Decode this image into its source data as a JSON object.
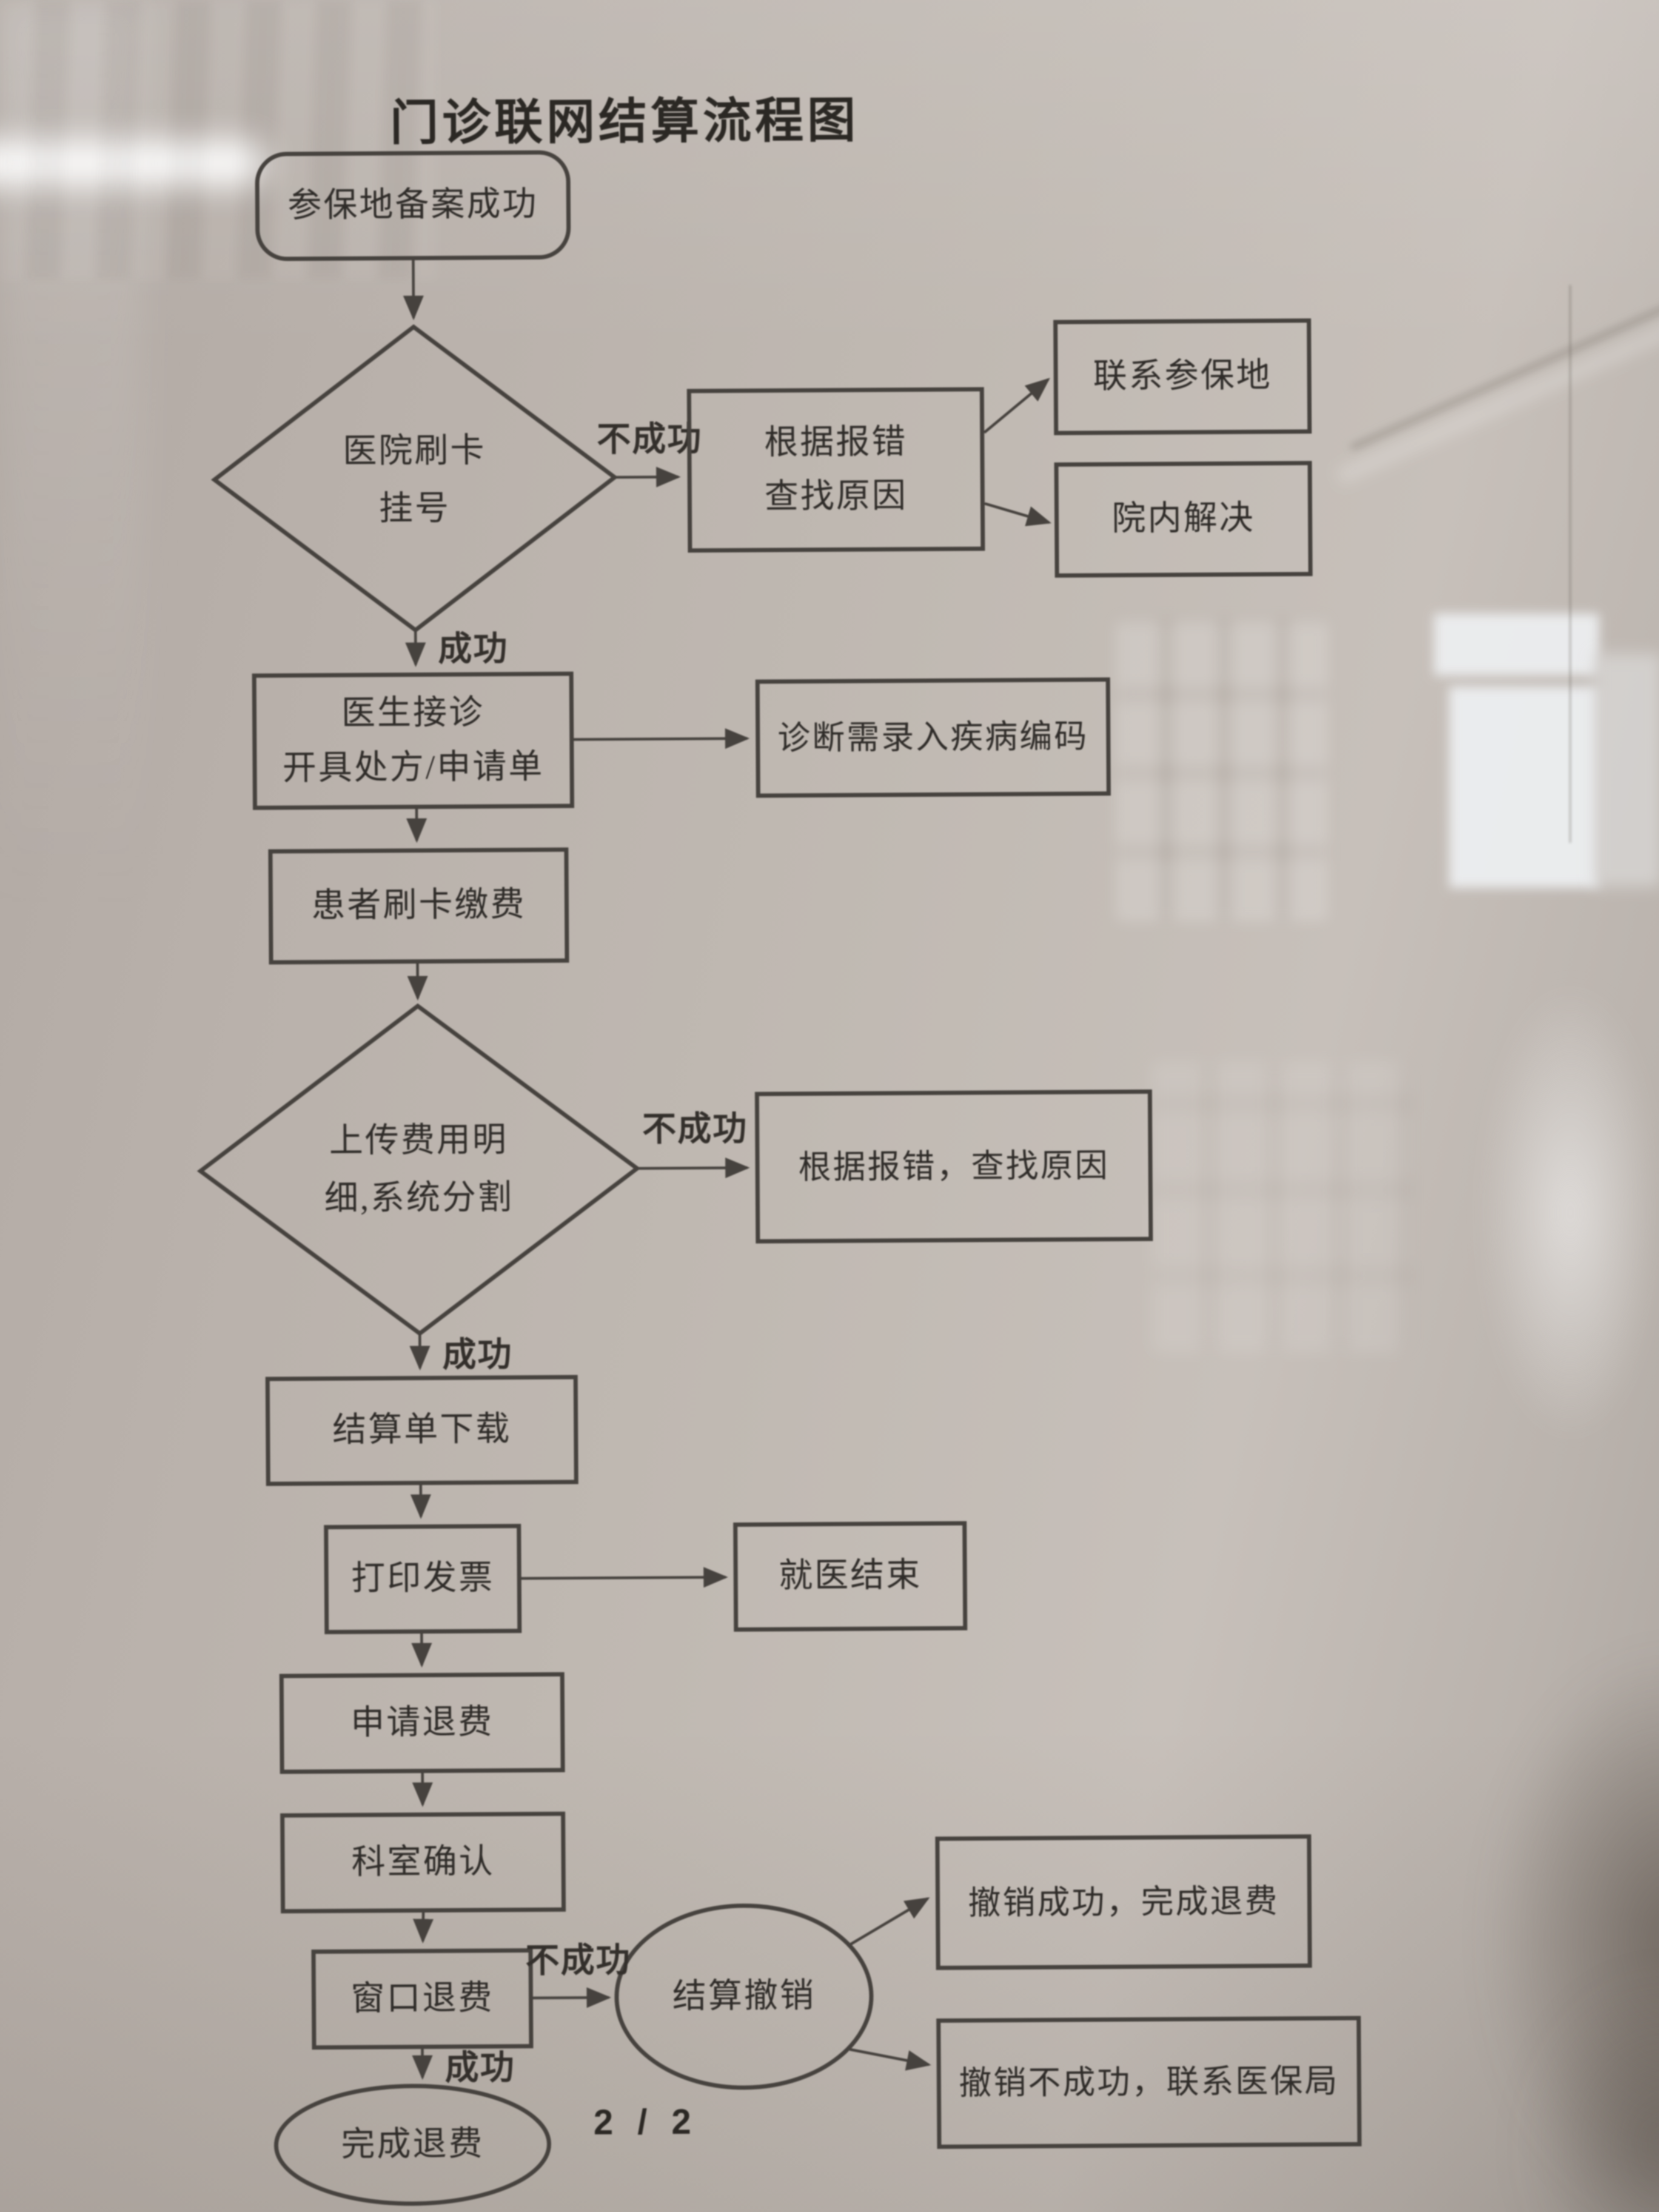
{
  "page": {
    "title": "门诊联网结算流程图",
    "page_number": "2 / 2"
  },
  "palette": {
    "paper": "#beb7b0",
    "ink": "#46423e",
    "text": "#2f2c29"
  },
  "flow": {
    "nodes": {
      "start": "参保地备案成功",
      "hospital_swipe": [
        "医院刷卡",
        "挂号"
      ],
      "error_lookup_registration": [
        "根据报错",
        "查找原因"
      ],
      "contact_insured_place": "联系参保地",
      "solve_in_hospital": "院内解决",
      "doctor_reception": [
        "医生接诊",
        "开具处方/申请单"
      ],
      "diagnosis_code_note": "诊断需录入疾病编码",
      "patient_card_payment": "患者刷卡缴费",
      "upload_split": [
        "上传费用明",
        "细,系统分割"
      ],
      "error_lookup_upload": "根据报错，查找原因",
      "settlement_download": "结算单下载",
      "print_invoice": "打印发票",
      "visit_end": "就医结束",
      "refund_request": "申请退费",
      "department_confirm": "科室确认",
      "window_refund": "窗口退费",
      "settlement_cancel": "结算撤销",
      "cancel_success": "撤销成功，完成退费",
      "cancel_failure": "撤销不成功，联系医保局",
      "refund_complete": "完成退费"
    },
    "edge_labels": {
      "swipe_fail": "不成功",
      "swipe_ok": "成功",
      "upload_fail": "不成功",
      "upload_ok": "成功",
      "window_fail": "不成功",
      "window_ok": "成功"
    }
  }
}
